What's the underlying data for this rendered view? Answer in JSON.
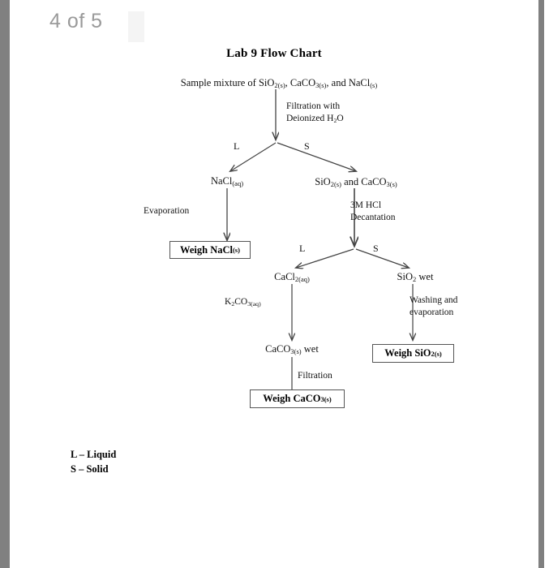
{
  "viewer": {
    "page_indicator": "4 of 5"
  },
  "document": {
    "title": "Lab 9 Flow Chart",
    "nodes": {
      "sample": "Sample mixture of SiO2(s), CaCO3(s), and NaCl(s)",
      "nacl_aq": "NaCl(aq)",
      "sio2_caco3": "SiO2(s) and CaCO3(s)",
      "cacl2_aq": "CaCl2(aq)",
      "sio2_wet": "SiO2 wet",
      "caco3_wet": "CaCO3(s) wet"
    },
    "process_labels": {
      "filtration_deionized": "Filtration with Deionized H2O",
      "filtration_deionized_line1": "Filtration with",
      "filtration_deionized_line2": "Deionized H2O",
      "evaporation": "Evaporation",
      "hcl_decantation_line1": "3M HCl",
      "hcl_decantation_line2": "Decantation",
      "k2co3": "K2CO3(aq)",
      "washing_line1": "Washing and",
      "washing_line2": "evaporation",
      "filtration": "Filtration"
    },
    "branch_labels": {
      "branch1_left": "L",
      "branch1_right": "S",
      "branch2_left": "L",
      "branch2_right": "S"
    },
    "terminal_boxes": {
      "weigh_nacl": "Weigh NaCl(s)",
      "weigh_caco3": "Weigh CaCO3(s)",
      "weigh_sio2": "Weigh SiO2(s)"
    },
    "legend": {
      "line1": "L – Liquid",
      "line2": "S – Solid"
    }
  },
  "colors": {
    "page_background": "#ffffff",
    "edge_bar": "#808080",
    "text": "#111111",
    "page_indicator": "#9a9a9a",
    "box_border": "#555555",
    "connector": "#444444"
  }
}
